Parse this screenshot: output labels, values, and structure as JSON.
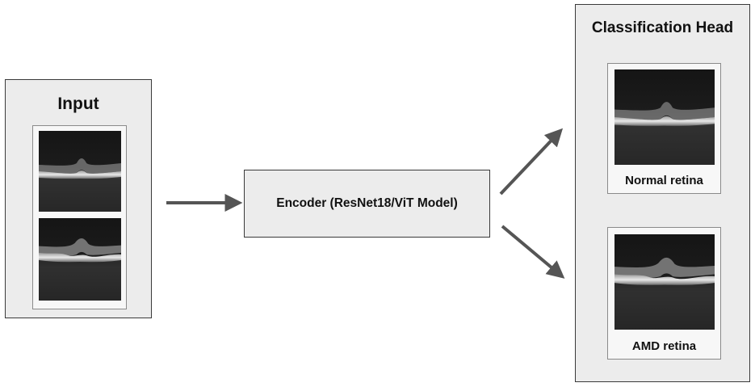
{
  "input": {
    "title": "Input"
  },
  "encoder": {
    "label": "Encoder (ResNet18/ViT Model)"
  },
  "head": {
    "title": "Classification Head",
    "classes": [
      {
        "label": "Normal retina"
      },
      {
        "label": "AMD retina"
      }
    ]
  },
  "colors": {
    "box_fill": "#ececec",
    "arrow": "#555555",
    "border": "#3a3a3a"
  },
  "images": [
    "oct-scan",
    "oct-scan",
    "oct-scan-normal",
    "oct-scan-amd"
  ]
}
